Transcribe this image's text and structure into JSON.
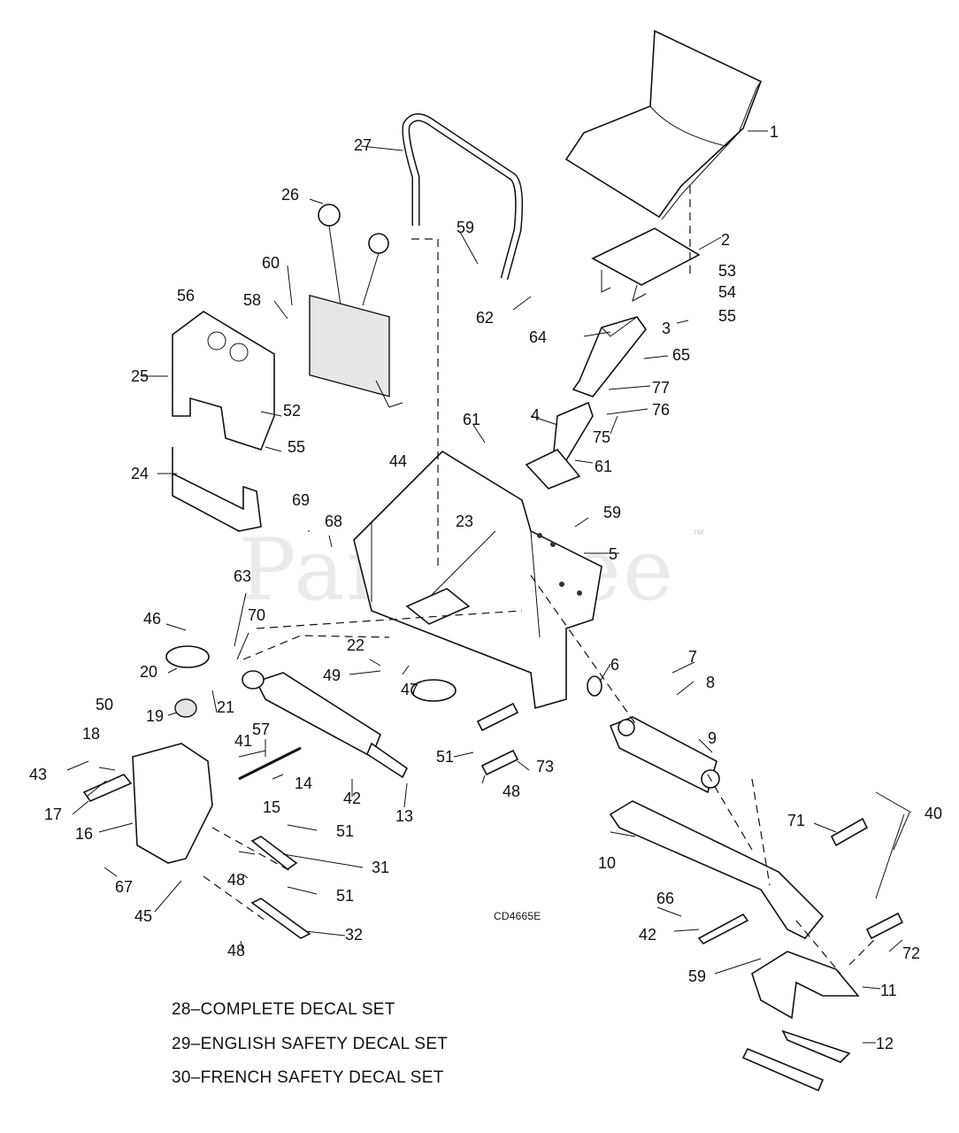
{
  "watermark": {
    "text": "PartsTree",
    "tm": "™"
  },
  "drawing_code": "CD4665E",
  "decals": [
    "28–COMPLETE DECAL SET",
    "29–ENGLISH SAFETY DECAL SET",
    "30–FRENCH SAFETY DECAL SET"
  ],
  "callouts": {
    "c1": "1",
    "c2": "2",
    "c3": "3",
    "c4": "4",
    "c5": "5",
    "c6": "6",
    "c7": "7",
    "c8": "8",
    "c9": "9",
    "c10": "10",
    "c11": "11",
    "c12": "12",
    "c13": "13",
    "c14": "14",
    "c15": "15",
    "c16": "16",
    "c17": "17",
    "c18": "18",
    "c19": "19",
    "c20": "20",
    "c21": "21",
    "c22": "22",
    "c23": "23",
    "c24": "24",
    "c25": "25",
    "c26": "26",
    "c27": "27",
    "c31": "31",
    "c32": "32",
    "c40": "40",
    "c41": "41",
    "c42a": "42",
    "c42b": "42",
    "c43": "43",
    "c44": "44",
    "c45": "45",
    "c46": "46",
    "c47": "47",
    "c48a": "48",
    "c48b": "48",
    "c48c": "48",
    "c49": "49",
    "c50": "50",
    "c51a": "51",
    "c51b": "51",
    "c51c": "51",
    "c52": "52",
    "c53": "53",
    "c54": "54",
    "c55a": "55",
    "c55b": "55",
    "c56": "56",
    "c57": "57",
    "c58": "58",
    "c59a": "59",
    "c59b": "59",
    "c59c": "59",
    "c60": "60",
    "c61a": "61",
    "c61b": "61",
    "c62": "62",
    "c63": "63",
    "c64": "64",
    "c65": "65",
    "c66": "66",
    "c67": "67",
    "c68": "68",
    "c69": "69",
    "c70": "70",
    "c71": "71",
    "c72": "72",
    "c73": "73",
    "c75": "75",
    "c76": "76",
    "c77": "77"
  }
}
